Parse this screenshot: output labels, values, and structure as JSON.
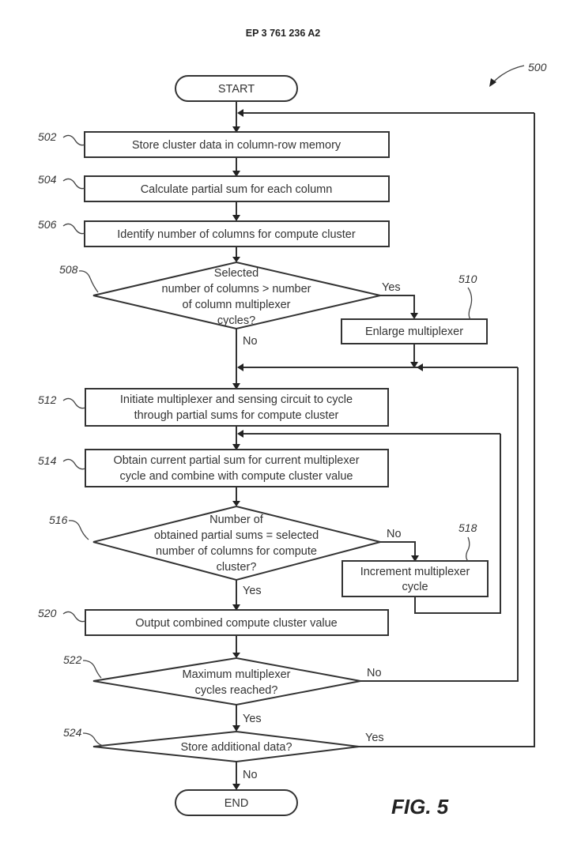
{
  "header": {
    "publication_number": "EP 3 761 236 A2"
  },
  "figure": {
    "label": "FIG. 5",
    "reference": "500"
  },
  "terminals": {
    "start": "START",
    "end": "END"
  },
  "steps": {
    "s502": {
      "ref": "502",
      "lines": [
        "Store cluster data in column-row memory"
      ]
    },
    "s504": {
      "ref": "504",
      "lines": [
        "Calculate partial sum for each column"
      ]
    },
    "s506": {
      "ref": "506",
      "lines": [
        "Identify number of columns for compute cluster"
      ]
    },
    "s508": {
      "ref": "508",
      "lines": [
        "Selected",
        "number of columns > number",
        "of column multiplexer",
        "cycles?"
      ]
    },
    "s510": {
      "ref": "510",
      "lines": [
        "Enlarge multiplexer"
      ]
    },
    "s512": {
      "ref": "512",
      "lines": [
        "Initiate multiplexer and sensing circuit to cycle",
        "through partial sums for compute cluster"
      ]
    },
    "s514": {
      "ref": "514",
      "lines": [
        "Obtain current partial sum for current multiplexer",
        "cycle and combine with compute cluster value"
      ]
    },
    "s516": {
      "ref": "516",
      "lines": [
        "Number of",
        "obtained partial sums = selected",
        "number of columns for compute",
        "cluster?"
      ]
    },
    "s518": {
      "ref": "518",
      "lines": [
        "Increment multiplexer",
        "cycle"
      ]
    },
    "s520": {
      "ref": "520",
      "lines": [
        "Output combined compute cluster value"
      ]
    },
    "s522": {
      "ref": "522",
      "lines": [
        "Maximum multiplexer",
        "cycles reached?"
      ]
    },
    "s524": {
      "ref": "524",
      "lines": [
        "Store additional data?"
      ]
    }
  },
  "branch_labels": {
    "d508_yes": "Yes",
    "d508_no": "No",
    "d516_no": "No",
    "d516_yes": "Yes",
    "d522_no": "No",
    "d522_yes": "Yes",
    "d524_yes": "Yes",
    "d524_no": "No"
  }
}
